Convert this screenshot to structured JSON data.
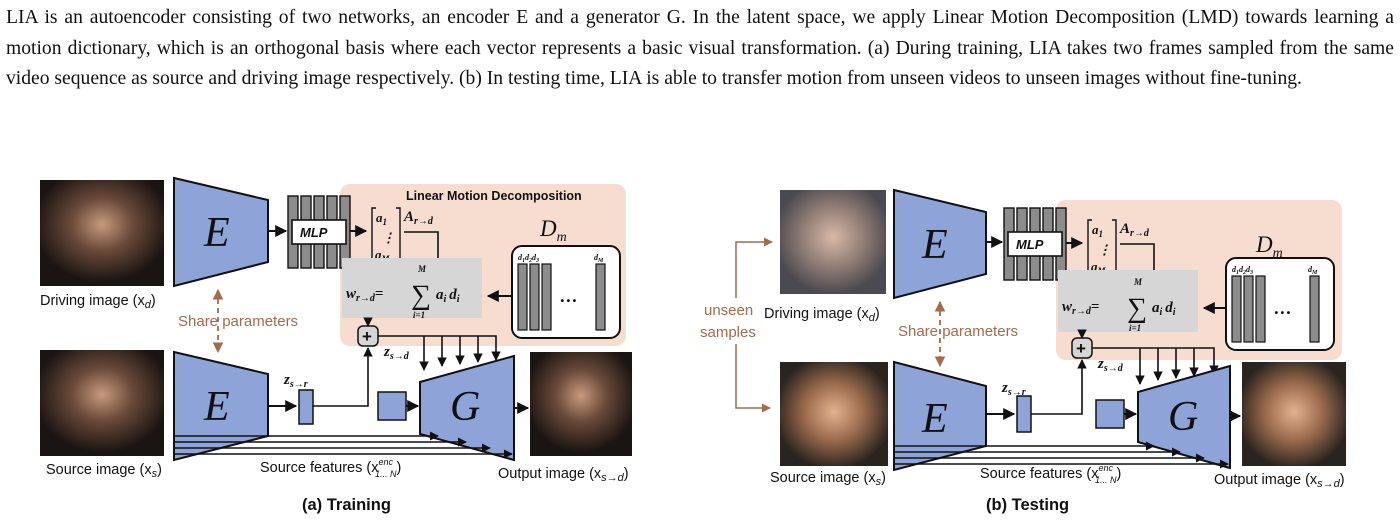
{
  "caption": "LIA is an autoencoder consisting of two networks, an encoder E and a generator G. In the latent space, we apply Linear Motion Decomposition (LMD) towards learning a motion dictionary, which is an orthogonal basis where each vector represents a basic visual transformation. (a) During training, LIA takes two frames sampled from the same video sequence as source and driving image respectively. (b) In testing time, LIA is able to transfer motion from unseen videos to unseen images without fine-tuning.",
  "colors": {
    "encoder": "#8ea3d8",
    "lmd_panel": "#f7ddd0",
    "sum_panel": "#d6d6d6",
    "mlp_block": "#8c8c8c",
    "share_text": "#a36a4d"
  },
  "diagram_a": {
    "subtitle": "(a) Training",
    "lmd_title": "Linear Motion Decomposition",
    "driving_label": "Driving image (x",
    "driving_sub": "d",
    "source_label": "Source image (x",
    "source_sub": "s",
    "output_label": "Output image (x",
    "output_sub": "s→d",
    "features_label": "Source features (x",
    "features_sup": "enc",
    "features_sub": "1... N",
    "share_label": "Share parameters",
    "encoder_letter": "E",
    "generator_letter": "G",
    "mlp_label": "MLP",
    "dm_label": "D",
    "dm_sub": "m",
    "a_first": "a",
    "a_first_sub": "1",
    "a_last": "a",
    "a_last_sub": "M",
    "a_vertical_dots": "⋮",
    "A_label": "A",
    "A_sub": "r→d",
    "w_label": "w",
    "w_sub": "r→d",
    "sum_top": "M",
    "sum_bottom": "i=1",
    "sum_symbol": "∑",
    "sum_term": "a",
    "sum_term_sub": "i",
    "sum_term2": "d",
    "sum_term2_sub": "i",
    "equals": "=",
    "z_sr": "z",
    "z_sr_sub": "s→r",
    "z_sd": "z",
    "z_sd_sub": "s→d",
    "plus": "+",
    "d_heads": [
      "d",
      "d",
      "d",
      "d"
    ],
    "d_heads_sub": [
      "1",
      "2",
      "3",
      "M"
    ],
    "dots": "…"
  },
  "diagram_b": {
    "subtitle": "(b) Testing",
    "unseen_line1": "unseen",
    "unseen_line2": "samples",
    "driving_label": "Driving image (x",
    "driving_sub": "d",
    "source_label": "Source image (x",
    "source_sub": "s",
    "output_label": "Output image (x",
    "output_sub": "s→d",
    "features_label": "Source features (x",
    "features_sup": "enc",
    "features_sub": "1... N",
    "share_label": "Share parameters",
    "encoder_letter": "E",
    "generator_letter": "G",
    "mlp_label": "MLP",
    "dm_label": "D",
    "dm_sub": "m",
    "a_first": "a",
    "a_first_sub": "1",
    "a_last": "a",
    "a_last_sub": "M",
    "a_vertical_dots": "⋮",
    "A_label": "A",
    "A_sub": "r→d",
    "w_label": "w",
    "w_sub": "r→d",
    "sum_top": "M",
    "sum_bottom": "i=1",
    "sum_symbol": "∑",
    "sum_term": "a",
    "sum_term_sub": "i",
    "sum_term2": "d",
    "sum_term2_sub": "i",
    "equals": "=",
    "z_sr": "z",
    "z_sr_sub": "s→r",
    "z_sd": "z",
    "z_sd_sub": "s→d",
    "plus": "+",
    "d_heads": [
      "d",
      "d",
      "d",
      "d"
    ],
    "d_heads_sub": [
      "1",
      "2",
      "3",
      "M"
    ],
    "dots": "…"
  }
}
